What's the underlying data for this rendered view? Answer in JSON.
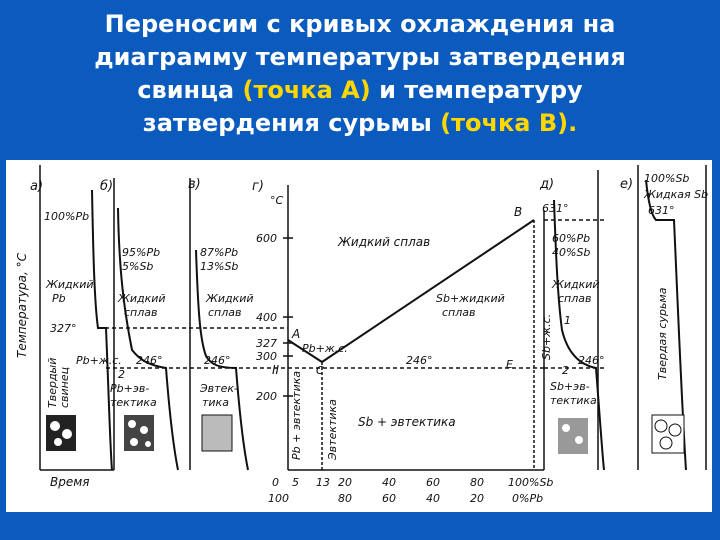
{
  "colors": {
    "background": "#0a5bbd",
    "title_text": "#ffffff",
    "highlight": "#ffd700"
  },
  "title": {
    "line1": "Переносим с кривых охлаждения на",
    "line2": "диаграмму температуры затвердения",
    "line3a": "свинца ",
    "line3b": "(точка А)",
    "line3c": " и температуру",
    "line4a": "затвердения сурьмы  ",
    "line4b": "(точка В)."
  },
  "diagram": {
    "panel_labels": {
      "a": "а)",
      "b": "б)",
      "v": "в)",
      "g": "г)",
      "d": "д)",
      "e": "е)"
    },
    "y_axis_label": "Температура, °С",
    "x_time_label": "Время",
    "deg_c": "°С",
    "curve_a": {
      "comp": "100%Pb",
      "liquid1": "Жидкий",
      "liquid2": "Pb",
      "temp": "327°",
      "solid1": "Твердый",
      "solid2": "свинец"
    },
    "curve_b": {
      "comp1": "95%Pb",
      "comp2": "5%Sb",
      "liquid1": "Жидкий",
      "liquid2": "сплав",
      "pb_liq": "Pb+ж.с.",
      "temp": "246°",
      "n2": "2",
      "solid1": "Pb+эв-",
      "solid2": "тектика"
    },
    "curve_v": {
      "comp1": "87%Pb",
      "comp2": "13%Sb",
      "liquid1": "Жидкий",
      "liquid2": "сплав",
      "temp": "246°",
      "solid1": "Эвтек-",
      "solid2": "тика"
    },
    "phase": {
      "y_ticks": [
        "600",
        "400",
        "327",
        "300",
        "200"
      ],
      "point_a": "A",
      "point_b": "B",
      "point_c": "C",
      "point_e": "E",
      "point_2": "II",
      "t631": "631°",
      "liquid_alloy": "Жидкий сплав",
      "sb_liquid1": "Sb+жидкий",
      "sb_liquid2": "сплав",
      "pb_liquid": "Pb+ж.с.",
      "eutectic_temp": "246°",
      "sb_eutectic": "Sb + эвтектика",
      "pb_eutectic": "Pb + эвтектика",
      "eutectic": "Эвтектика",
      "x_ticks_sb": [
        "0",
        "5",
        "13",
        "20",
        "40",
        "60",
        "80",
        "100%Sb"
      ],
      "x_ticks_pb": [
        "100",
        "",
        "",
        "80",
        "60",
        "40",
        "20",
        "0%Pb"
      ]
    },
    "curve_d": {
      "t631": "631°",
      "comp1": "60%Pb",
      "comp2": "40%Sb",
      "liquid1": "Жидкий",
      "liquid2": "сплав",
      "sbliq": "Sb+ж.с.",
      "n1": "1",
      "n2": "2",
      "temp": "246°",
      "solid1": "Sb+эв-",
      "solid2": "тектика"
    },
    "curve_e": {
      "comp": "100%Sb",
      "liquid": "Жидкая Sb",
      "temp": "631°",
      "solid": "Твердая сурьма"
    }
  }
}
